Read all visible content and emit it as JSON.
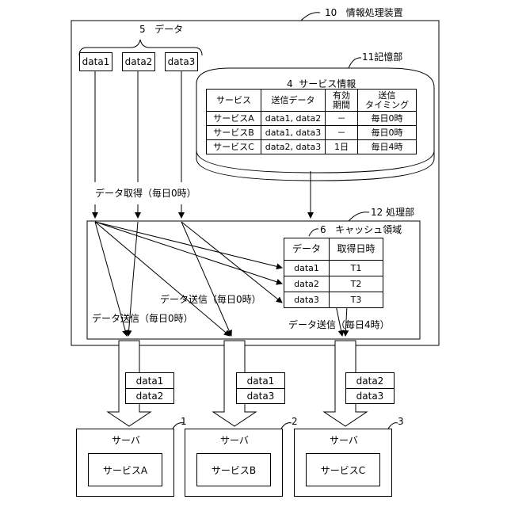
{
  "device": {
    "ref": "10",
    "label": "情報処理装置"
  },
  "data_group": {
    "ref": "5",
    "label": "データ",
    "items": [
      "data1",
      "data2",
      "data3"
    ]
  },
  "storage": {
    "ref": "11",
    "label": "記憶部",
    "service_info": {
      "ref": "4",
      "label": "サービス情報",
      "headers": [
        "サービス",
        "送信データ",
        "有効\n期間",
        "送信\nタイミング"
      ],
      "rows": [
        [
          "サービスA",
          "data1, data2",
          "－",
          "毎日0時"
        ],
        [
          "サービスB",
          "data1, data3",
          "－",
          "毎日0時"
        ],
        [
          "サービスC",
          "data2, data3",
          "1日",
          "毎日4時"
        ]
      ]
    }
  },
  "fetch_label": "データ取得（毎日0時）",
  "processor": {
    "ref": "12",
    "label": "処理部"
  },
  "cache": {
    "ref": "6",
    "label": "キャッシュ領域",
    "headers": [
      "データ",
      "取得日時"
    ],
    "rows": [
      [
        "data1",
        "T1"
      ],
      [
        "data2",
        "T2"
      ],
      [
        "data3",
        "T3"
      ]
    ]
  },
  "send_labels": {
    "a": "データ送信（毎日0時）",
    "b": "データ送信（毎日0時）",
    "c": "データ送信（毎日4時）"
  },
  "servers": [
    {
      "ref": "1",
      "label": "サーバ",
      "service": "サービスA",
      "payload": [
        "data1",
        "data2"
      ]
    },
    {
      "ref": "2",
      "label": "サーバ",
      "service": "サービスB",
      "payload": [
        "data1",
        "data3"
      ]
    },
    {
      "ref": "3",
      "label": "サーバ",
      "service": "サービスC",
      "payload": [
        "data2",
        "data3"
      ]
    }
  ]
}
